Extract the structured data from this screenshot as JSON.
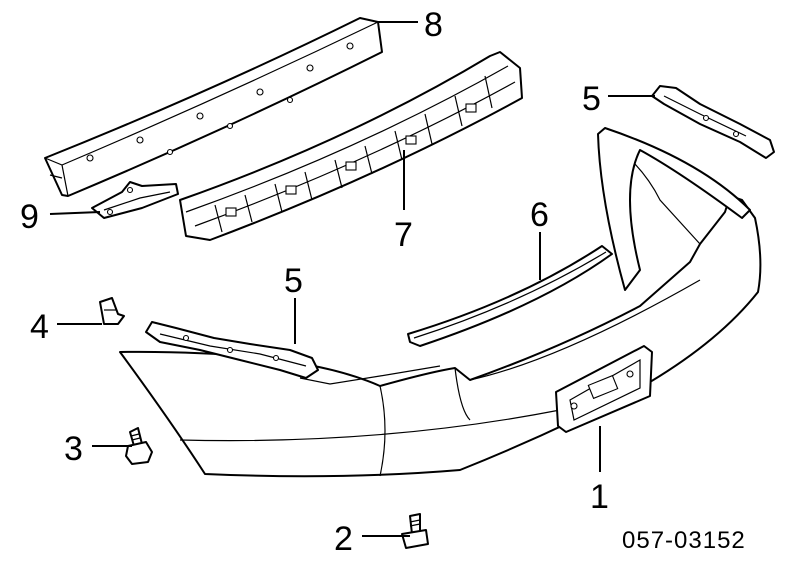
{
  "diagram": {
    "callouts": [
      {
        "id": "8",
        "label": "8"
      },
      {
        "id": "5a",
        "label": "5"
      },
      {
        "id": "9",
        "label": "9"
      },
      {
        "id": "7",
        "label": "7"
      },
      {
        "id": "6",
        "label": "6"
      },
      {
        "id": "5b",
        "label": "5"
      },
      {
        "id": "4",
        "label": "4"
      },
      {
        "id": "3",
        "label": "3"
      },
      {
        "id": "1",
        "label": "1"
      },
      {
        "id": "2",
        "label": "2"
      }
    ],
    "part_code": "057-03152"
  }
}
